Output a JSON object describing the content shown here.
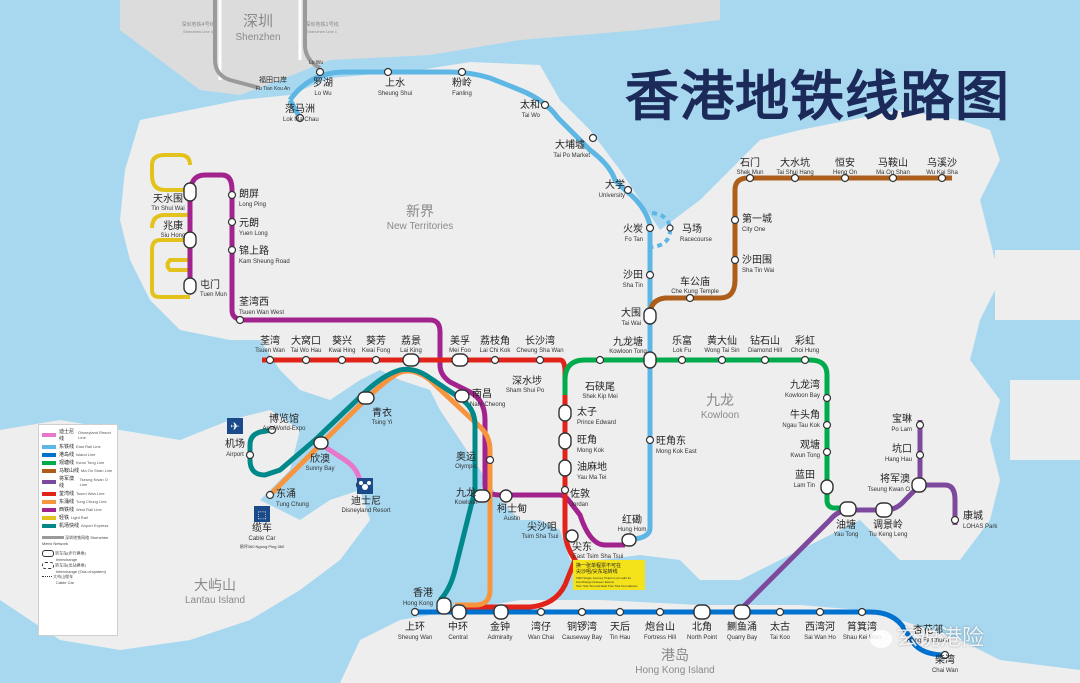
{
  "title": "香港地铁线路图",
  "regions": {
    "shenzhen_cn": "深圳",
    "shenzhen_en": "Shenzhen",
    "nt_cn": "新界",
    "nt_en": "New Territories",
    "kowloon_cn": "九龙",
    "kowloon_en": "Kowloon",
    "lantau_cn": "大屿山",
    "lantau_en": "Lantau Island",
    "hki_cn": "港岛",
    "hki_en": "Hong Kong Island"
  },
  "szmetro": {
    "s1": "深圳地铁4号线",
    "s1e": "Shenzhen Line 4",
    "s2": "深圳地铁1号线",
    "s2e": "Shenzhen Line 1"
  },
  "colors": {
    "east_rail": "#5eb6e4",
    "tsuen_wan": "#e2231a",
    "kwun_tong": "#00ab4e",
    "island": "#0071ce",
    "tung_chung": "#f7943e",
    "airport_express": "#00888a",
    "west_rail": "#a3238e",
    "ma_on_shan": "#ac5e1a",
    "tseung_kwan_o": "#7d499d",
    "disneyland": "#e777cb",
    "light_rail": "#e3c31b",
    "sea": "#a8d8f0",
    "land": "#eeeeee"
  },
  "stations": {
    "lo_wu": [
      "罗湖",
      "Lo Wu"
    ],
    "lok_ma_chau": [
      "落马洲",
      "Lok Ma Chau"
    ],
    "sheung_shui": [
      "上水",
      "Sheung Shui"
    ],
    "fanling": [
      "粉岭",
      "Fanling"
    ],
    "tai_wo": [
      "太和",
      "Tai Wo"
    ],
    "tai_po_market": [
      "大埔墟",
      "Tai Po Market"
    ],
    "university": [
      "大学",
      "University"
    ],
    "fo_tan": [
      "火炭",
      "Fo Tan"
    ],
    "racecourse": [
      "马场",
      "Racecourse"
    ],
    "sha_tin": [
      "沙田",
      "Sha Tin"
    ],
    "tai_wai": [
      "大围",
      "Tai Wai"
    ],
    "kowloon_tong": [
      "九龙塘",
      "Kowloon Tong"
    ],
    "mong_kok_east": [
      "旺角东",
      "Mong Kok East"
    ],
    "hung_hom": [
      "红磡",
      "Hung Hom"
    ],
    "wu_kai_sha": [
      "乌溪沙",
      "Wu Kai Sha"
    ],
    "ma_on_shan": [
      "马鞍山",
      "Ma On Shan"
    ],
    "heng_on": [
      "恒安",
      "Heng On"
    ],
    "tai_shui_hang": [
      "大水坑",
      "Tai Shui Hang"
    ],
    "shek_mun": [
      "石门",
      "Shek Mun"
    ],
    "city_one": [
      "第一城",
      "City One"
    ],
    "sha_tin_wai": [
      "沙田围",
      "Sha Tin Wai"
    ],
    "che_kung_temple": [
      "车公庙",
      "Che Kung Temple"
    ],
    "tuen_mun": [
      "屯门",
      "Tuen Mun"
    ],
    "siu_hong": [
      "兆康",
      "Siu Hong"
    ],
    "tin_shui_wai": [
      "天水围",
      "Tin Shui Wai"
    ],
    "long_ping": [
      "朗屏",
      "Long Ping"
    ],
    "yuen_long": [
      "元朗",
      "Yuen Long"
    ],
    "kam_sheung_road": [
      "锦上路",
      "Kam Sheung Road"
    ],
    "tsuen_wan_west": [
      "荃湾西",
      "Tsuen Wan West"
    ],
    "tsuen_wan": [
      "荃湾",
      "Tsuen Wan"
    ],
    "tai_wo_hau": [
      "大窝口",
      "Tai Wo Hau"
    ],
    "kwai_hing": [
      "葵兴",
      "Kwai Hing"
    ],
    "kwai_fong": [
      "葵芳",
      "Kwai Fong"
    ],
    "lai_king": [
      "荔景",
      "Lai King"
    ],
    "mei_foo": [
      "美孚",
      "Mei Foo"
    ],
    "lai_chi_kok": [
      "荔枝角",
      "Lai Chi Kok"
    ],
    "cheung_sha_wan": [
      "长沙湾",
      "Cheung Sha Wan"
    ],
    "sham_shui_po": [
      "深水埗",
      "Sham Shui Po"
    ],
    "nam_cheong": [
      "南昌",
      "Nam Cheong"
    ],
    "prince_edward": [
      "太子",
      "Prince Edward"
    ],
    "mong_kok": [
      "旺角",
      "Mong Kok"
    ],
    "yau_ma_tei": [
      "油麻地",
      "Yau Ma Tei"
    ],
    "jordan": [
      "佐敦",
      "Jordan"
    ],
    "tsim_sha_tsui": [
      "尖沙咀",
      "Tsim Sha Tsui"
    ],
    "east_tst": [
      "尖东",
      "East Tsim Sha Tsui"
    ],
    "austin": [
      "柯士甸",
      "Austin"
    ],
    "olympic": [
      "奥运",
      "Olympic"
    ],
    "kowloon": [
      "九龙",
      "Kowloon"
    ],
    "tsing_yi": [
      "青衣",
      "Tsing Yi"
    ],
    "sunny_bay": [
      "欣澳",
      "Sunny Bay"
    ],
    "tung_chung": [
      "东涌",
      "Tung Chung"
    ],
    "airport": [
      "机场",
      "Airport"
    ],
    "asiaworld_expo": [
      "博览馆",
      "AsiaWorld-Expo"
    ],
    "disneyland_resort": [
      "迪士尼",
      "Disneyland Resort"
    ],
    "cable_car": [
      "缆车",
      "Cable Car"
    ],
    "cable_car_sub": "昂坪360 Ngong Ping 360",
    "shek_kip_mei": [
      "石硖尾",
      "Shek Kip Mei"
    ],
    "lok_fu": [
      "乐富",
      "Lok Fu"
    ],
    "wong_tai_sin": [
      "黄大仙",
      "Wong Tai Sin"
    ],
    "diamond_hill": [
      "钻石山",
      "Diamond Hill"
    ],
    "choi_hung": [
      "彩虹",
      "Choi Hung"
    ],
    "kowloon_bay": [
      "九龙湾",
      "Kowloon Bay"
    ],
    "ngau_tau_kok": [
      "牛头角",
      "Ngau Tau Kok"
    ],
    "kwun_tong": [
      "观塘",
      "Kwun Tong"
    ],
    "lam_tin": [
      "蓝田",
      "Lam Tin"
    ],
    "yau_tong": [
      "油塘",
      "Yau Tong"
    ],
    "tiu_keng_leng": [
      "调景岭",
      "Tiu Keng Leng"
    ],
    "tseung_kwan_o": [
      "将军澳",
      "Tseung Kwan O"
    ],
    "hang_hau": [
      "坑口",
      "Hang Hau"
    ],
    "po_lam": [
      "宝琳",
      "Po Lam"
    ],
    "lohas_park": [
      "康城",
      "LOHAS Park"
    ],
    "hong_kong": [
      "香港",
      "Hong Kong"
    ],
    "sheung_wan": [
      "上环",
      "Sheung Wan"
    ],
    "central": [
      "中环",
      "Central"
    ],
    "admiralty": [
      "金钟",
      "Admiralty"
    ],
    "wan_chai": [
      "湾仔",
      "Wan Chai"
    ],
    "causeway_bay": [
      "铜锣湾",
      "Causeway Bay"
    ],
    "tin_hau": [
      "天后",
      "Tin Hau"
    ],
    "fortress_hill": [
      "炮台山",
      "Fortress Hill"
    ],
    "north_point": [
      "北角",
      "North Point"
    ],
    "quarry_bay": [
      "鲗鱼涌",
      "Quarry Bay"
    ],
    "tai_koo": [
      "太古",
      "Tai Koo"
    ],
    "sai_wan_ho": [
      "西湾河",
      "Sai Wan Ho"
    ],
    "shau_kei_wan": [
      "筲箕湾",
      "Shau Kei Wan"
    ],
    "heng_fa_chuen": [
      "杏花邨",
      "Heng Fa Chuen"
    ],
    "chai_wan": [
      "柴湾",
      "Chai Wan"
    ],
    "lo_wu_sz": [
      "罗湖",
      "Lo Wu"
    ],
    "fu_tian": [
      "福田口岸",
      "Fu Tian Kou An"
    ]
  },
  "notice": {
    "l1": "换一张单程票不可在",
    "l2": "尖沙咀/尖东站转线",
    "l3": "CRR Single Journey Ticket is not valid for",
    "l4": "interchange between East at",
    "l5": "Tsim Sha Tsui and East Tsim Sha Tsui stations"
  },
  "legend": {
    "items": [
      {
        "cn": "迪士尼线",
        "en": "Disneyland Resort Line",
        "color": "#e777cb"
      },
      {
        "cn": "东铁线",
        "en": "East Rail Line",
        "color": "#5eb6e4"
      },
      {
        "cn": "港岛线",
        "en": "Island Line",
        "color": "#0071ce"
      },
      {
        "cn": "观塘线",
        "en": "Kwun Tong Line",
        "color": "#00ab4e"
      },
      {
        "cn": "马鞍山线",
        "en": "Ma On Shan Line",
        "color": "#ac5e1a"
      },
      {
        "cn": "将军澳线",
        "en": "Tseung Kwan O Line",
        "color": "#7d499d"
      },
      {
        "cn": "荃湾线",
        "en": "Tsuen Wan Line",
        "color": "#e2231a"
      },
      {
        "cn": "东涌线",
        "en": "Tung Chung Line",
        "color": "#f7943e"
      },
      {
        "cn": "西铁线",
        "en": "West Rail Line",
        "color": "#a3238e"
      },
      {
        "cn": "轻铁",
        "en": "Light Rail",
        "color": "#e3c31b"
      },
      {
        "cn": "机场快线",
        "en": "Airport Express",
        "color": "#00888a"
      }
    ],
    "sz": "深圳地铁网络",
    "sz_en": "Shenzhen Metro Network",
    "n1": "转车站(步行换乘)",
    "n1e": "Interchange",
    "n2": "转车站(出站换乘)",
    "n2e": "Interchange (Out-of-system)",
    "n3": "大屿山缆车",
    "n3e": "Cable Car"
  },
  "watermark": "玄说港险"
}
